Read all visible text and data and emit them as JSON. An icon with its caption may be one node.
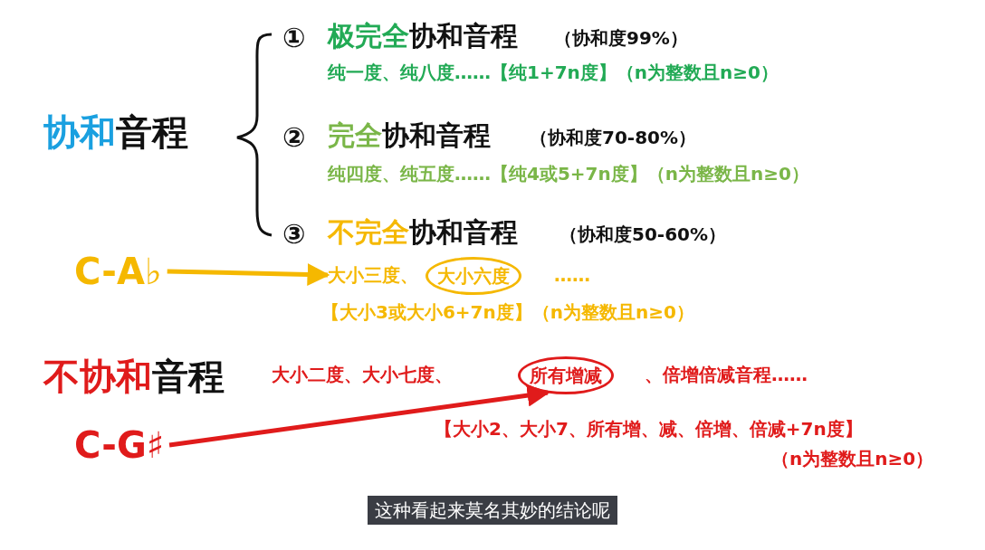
{
  "diagram": {
    "caption": "这种看起来莫名其妙的结论呢",
    "nodes": [
      {
        "text": [
          "C-A♭"
        ]
      },
      {
        "text": [
          "大小三度、"
        ]
      },
      {
        "text": [
          "大小六度"
        ]
      },
      {
        "text": [
          "C-G♯"
        ]
      },
      {
        "text": [
          "所有增减"
        ]
      }
    ],
    "edges": [
      {
        "from": 0,
        "to": 1,
        "arrow": "to",
        "color": "#f5b800"
      },
      {
        "from": 3,
        "to": 4,
        "arrow": "to",
        "color": "#e01b1b"
      }
    ],
    "labels": [
      "协和音程",
      "①",
      "极完全协和音程",
      "（协和度99%）",
      "纯一度、纯八度……【纯1+7n度】（n为整数且n≥0）",
      "②",
      "完全协和音程",
      "（协和度70-80%）",
      "纯四度、纯五度……【纯4或5+7n度】（n为整数且n≥0）",
      "③",
      "不完全协和音程",
      "（协和度50-60%）",
      "……",
      "【大小3或大小6+7n度】（n为整数且n≥0）",
      "不协和音程",
      "大小二度、大小七度、",
      "、倍增倍减音程……",
      "【大小2、大小7、所有增、减、倍增、倍减+7n度】",
      "（n为整数且n≥0）"
    ]
  }
}
